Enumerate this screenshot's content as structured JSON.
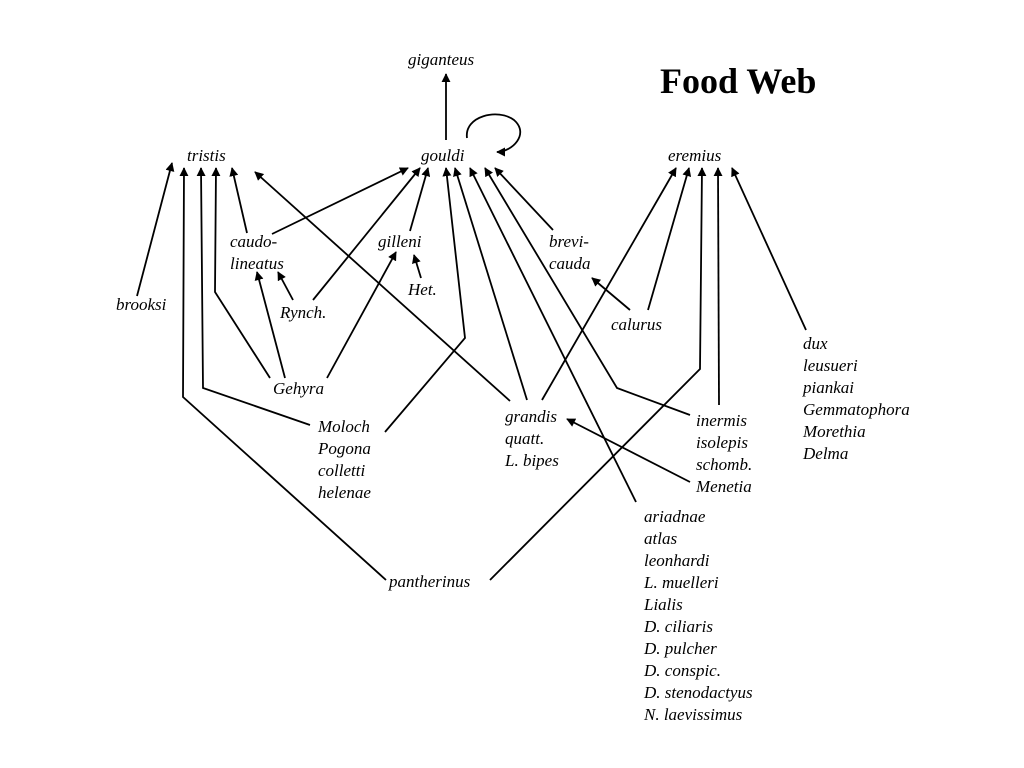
{
  "title": "Food Web",
  "colors": {
    "ink": "#000000",
    "background": "#ffffff"
  },
  "nodes": {
    "giganteus": [
      "giganteus"
    ],
    "tristis": [
      "tristis"
    ],
    "gouldi": [
      "gouldi"
    ],
    "eremius": [
      "eremius"
    ],
    "caudolineatus": [
      "caudo-",
      "lineatus"
    ],
    "gilleni": [
      "gilleni"
    ],
    "brevicauda": [
      "brevi-",
      "cauda"
    ],
    "het": [
      "Het."
    ],
    "rynch": [
      "Rynch."
    ],
    "brooksi": [
      "brooksi"
    ],
    "calurus": [
      "calurus"
    ],
    "gehyra": [
      "Gehyra"
    ],
    "dux_group": [
      "dux",
      "leusueri",
      "piankai",
      "Gemmatophora",
      "Morethia",
      "Delma"
    ],
    "moloch_group": [
      "Moloch",
      "Pogona",
      "colletti",
      "helenae"
    ],
    "grandis_group": [
      "grandis",
      "quatt.",
      "L. bipes"
    ],
    "inermis_group": [
      "inermis",
      "isolepis",
      "schomb.",
      "Menetia"
    ],
    "ariadnae_group": [
      "ariadnae",
      "atlas",
      "leonhardi",
      "L. muelleri",
      "Lialis",
      "D. ciliaris",
      "D. pulcher",
      "D. conspic.",
      "D. stenodactyus",
      "N. laevissimus"
    ],
    "pantherinus": [
      "pantherinus"
    ]
  },
  "edges": [
    [
      "gouldi",
      "giganteus"
    ],
    [
      "gouldi",
      "gouldi"
    ],
    [
      "brooksi",
      "tristis"
    ],
    [
      "caudolineatus",
      "tristis"
    ],
    [
      "gehyra",
      "tristis"
    ],
    [
      "moloch_group",
      "tristis"
    ],
    [
      "pantherinus",
      "tristis"
    ],
    [
      "grandis_group",
      "tristis"
    ],
    [
      "gehyra",
      "caudolineatus"
    ],
    [
      "rynch",
      "caudolineatus"
    ],
    [
      "gehyra",
      "gilleni"
    ],
    [
      "het",
      "gilleni"
    ],
    [
      "caudolineatus",
      "gouldi"
    ],
    [
      "rynch",
      "gouldi"
    ],
    [
      "gilleni",
      "gouldi"
    ],
    [
      "moloch_group",
      "gouldi"
    ],
    [
      "grandis_group",
      "gouldi"
    ],
    [
      "ariadnae_group",
      "gouldi"
    ],
    [
      "inermis_group",
      "gouldi"
    ],
    [
      "brevicauda",
      "gouldi"
    ],
    [
      "calurus",
      "brevicauda"
    ],
    [
      "inermis_group",
      "grandis_group"
    ],
    [
      "grandis_group",
      "eremius"
    ],
    [
      "calurus",
      "eremius"
    ],
    [
      "pantherinus",
      "eremius"
    ],
    [
      "inermis_group",
      "eremius"
    ],
    [
      "dux_group",
      "eremius"
    ]
  ]
}
